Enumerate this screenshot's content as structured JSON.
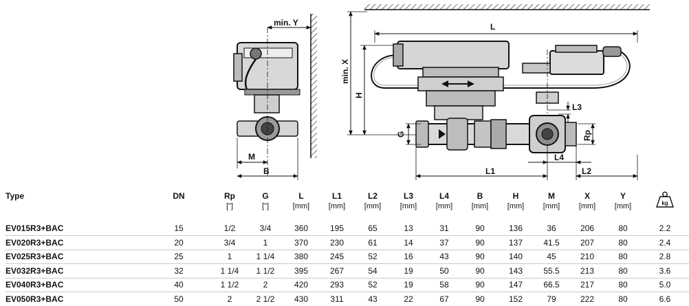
{
  "drawing": {
    "left_view_labels": {
      "min_y": "min. Y",
      "m": "M",
      "b": "B"
    },
    "right_view_labels": {
      "l": "L",
      "min_x": "min. X",
      "h": "H",
      "g": "G",
      "l1": "L1",
      "l2": "L2",
      "l3": "L3",
      "l4": "L4",
      "rp": "Rp"
    }
  },
  "table": {
    "columns": [
      {
        "label": "Type",
        "unit": ""
      },
      {
        "label": "DN",
        "unit": ""
      },
      {
        "label": "Rp",
        "unit": "[\"]"
      },
      {
        "label": "G",
        "unit": "[\"]"
      },
      {
        "label": "L",
        "unit": "[mm]"
      },
      {
        "label": "L1",
        "unit": "[mm]"
      },
      {
        "label": "L2",
        "unit": "[mm]"
      },
      {
        "label": "L3",
        "unit": "[mm]"
      },
      {
        "label": "L4",
        "unit": "[mm]"
      },
      {
        "label": "B",
        "unit": "[mm]"
      },
      {
        "label": "H",
        "unit": "[mm]"
      },
      {
        "label": "M",
        "unit": "[mm]"
      },
      {
        "label": "X",
        "unit": "[mm]"
      },
      {
        "label": "Y",
        "unit": "[mm]"
      },
      {
        "label": "kg",
        "unit": "",
        "icon": "weight-icon"
      }
    ],
    "rows": [
      [
        "EV015R3+BAC",
        "15",
        "1/2",
        "3/4",
        "360",
        "195",
        "65",
        "13",
        "31",
        "90",
        "136",
        "36",
        "206",
        "80",
        "2.2"
      ],
      [
        "EV020R3+BAC",
        "20",
        "3/4",
        "1",
        "370",
        "230",
        "61",
        "14",
        "37",
        "90",
        "137",
        "41.5",
        "207",
        "80",
        "2.4"
      ],
      [
        "EV025R3+BAC",
        "25",
        "1",
        "1 1/4",
        "380",
        "245",
        "52",
        "16",
        "43",
        "90",
        "140",
        "45",
        "210",
        "80",
        "2.8"
      ],
      [
        "EV032R3+BAC",
        "32",
        "1 1/4",
        "1 1/2",
        "395",
        "267",
        "54",
        "19",
        "50",
        "90",
        "143",
        "55.5",
        "213",
        "80",
        "3.6"
      ],
      [
        "EV040R3+BAC",
        "40",
        "1 1/2",
        "2",
        "420",
        "293",
        "52",
        "19",
        "58",
        "90",
        "147",
        "66.5",
        "217",
        "80",
        "5.0"
      ],
      [
        "EV050R3+BAC",
        "50",
        "2",
        "2 1/2",
        "430",
        "311",
        "43",
        "22",
        "67",
        "90",
        "152",
        "79",
        "222",
        "80",
        "6.6"
      ]
    ]
  }
}
